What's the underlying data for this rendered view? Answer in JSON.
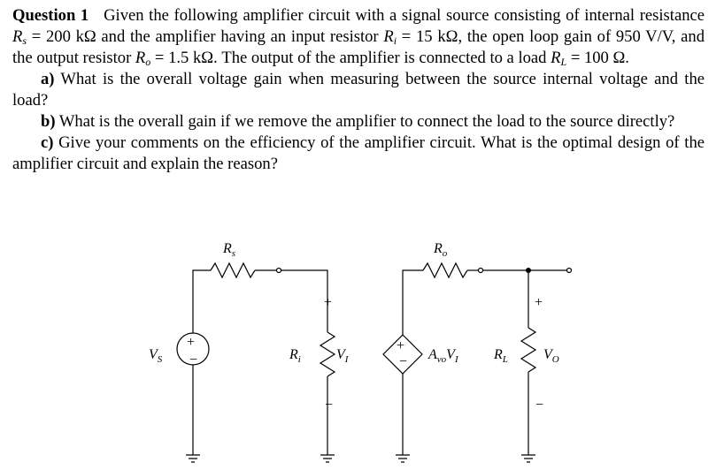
{
  "question": {
    "label": "Question 1",
    "intro_1": "Given the following amplifier circuit with a signal source consisting of internal resistance ",
    "rs_sym": "R",
    "rs_sub": "s",
    "intro_2": " = 200 kΩ and the amplifier having an input resistor ",
    "ri_sym": "R",
    "ri_sub": "i",
    "intro_3": " = 15 kΩ, the open loop gain of 950 V/V, and the output resistor ",
    "ro_sym": "R",
    "ro_sub": "o",
    "intro_4": " = 1.5 kΩ. The output of the amplifier is connected to a load ",
    "rl_sym": "R",
    "rl_sub": "L",
    "intro_5": " = 100 Ω."
  },
  "parts": [
    {
      "label": "a)",
      "text": " What is the overall voltage gain when measuring between the source internal voltage and the load?"
    },
    {
      "label": "b)",
      "text": " What is the overall gain if we remove the amplifier to connect the load to the source directly?"
    },
    {
      "label": "c)",
      "text": " Give your comments on the efficiency of the amplifier circuit. What is the optimal design of the amplifier circuit and explain the reason?"
    }
  ],
  "circuit": {
    "vs": {
      "main": "V",
      "sub": "S"
    },
    "rs": {
      "main": "R",
      "sub": "s"
    },
    "ri": {
      "main": "R",
      "sub": "i"
    },
    "vi": {
      "main": "V",
      "sub": "I"
    },
    "ro": {
      "main": "R",
      "sub": "o"
    },
    "avo": {
      "main": "A",
      "sub": "vo",
      "tail": "V",
      "tail_sub": "I"
    },
    "rl": {
      "main": "R",
      "sub": "L"
    },
    "vo": {
      "main": "V",
      "sub": "O"
    },
    "plus": "+",
    "minus": "−"
  }
}
